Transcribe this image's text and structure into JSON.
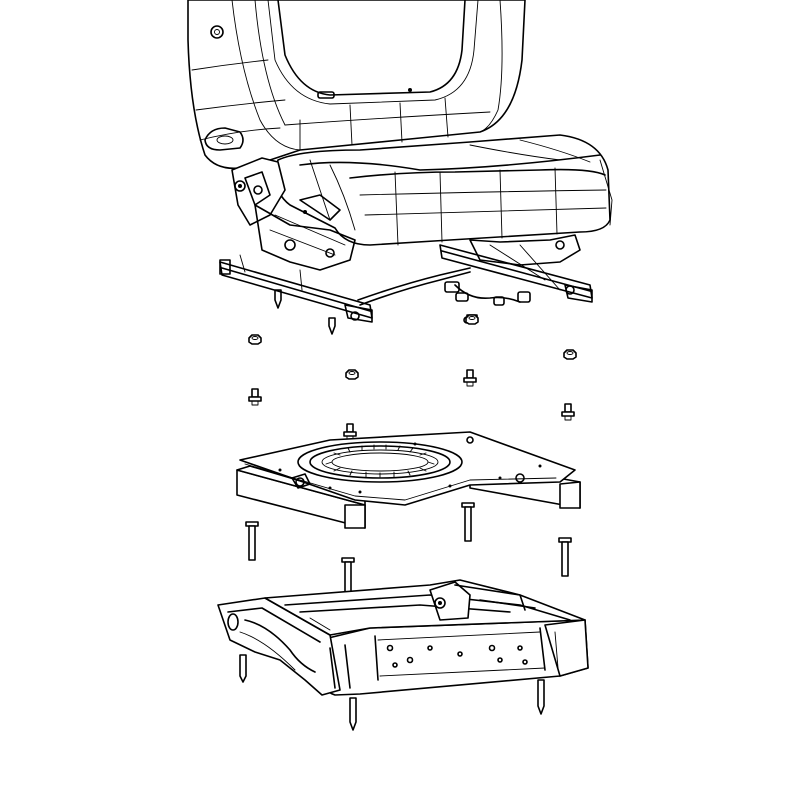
{
  "diagram": {
    "kind": "exploded-assembly",
    "subject": "seat-and-swivel-base",
    "line_color": "#000000",
    "background": "#ffffff",
    "parts": [
      {
        "id": "seat-assembly",
        "count": 1
      },
      {
        "id": "hex-nut",
        "count": 5
      },
      {
        "id": "flange-stud",
        "count": 5
      },
      {
        "id": "swivel-plate",
        "count": 1
      },
      {
        "id": "long-bolt",
        "count": 4
      },
      {
        "id": "seat-riser-base",
        "count": 1
      }
    ]
  }
}
